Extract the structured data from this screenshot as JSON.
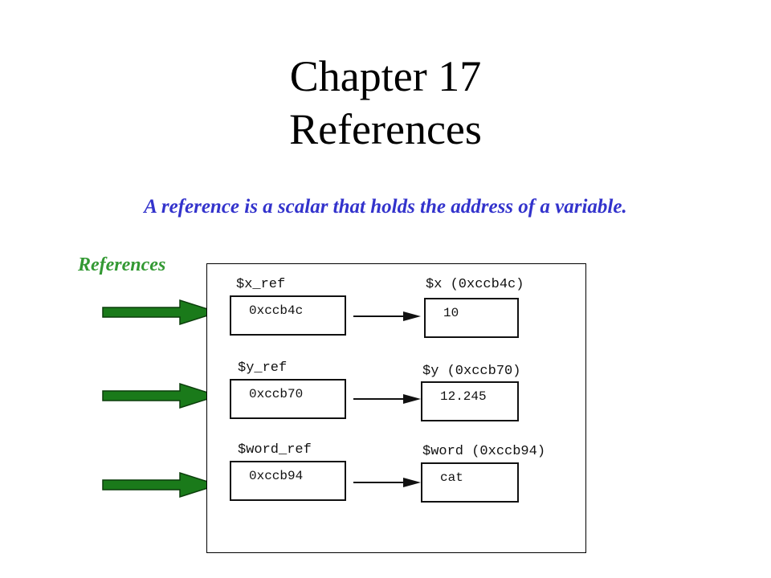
{
  "title": {
    "line1": "Chapter 17",
    "line2": "References"
  },
  "subtitle": {
    "text": "A reference is a scalar that holds the address of a variable.",
    "color": "#3333cc"
  },
  "references_label": {
    "text": "References",
    "color": "#339933"
  },
  "arrow_color": "#1a7a1a",
  "diagram": {
    "rows": [
      {
        "ref_name": "$x_ref",
        "ref_value": "0xccb4c",
        "var_label": "$x (0xccb4c)",
        "var_value": "10"
      },
      {
        "ref_name": "$y_ref",
        "ref_value": "0xccb70",
        "var_label": "$y (0xccb70)",
        "var_value": "12.245"
      },
      {
        "ref_name": "$word_ref",
        "ref_value": "0xccb94",
        "var_label": "$word (0xccb94)",
        "var_value": "cat"
      }
    ]
  }
}
